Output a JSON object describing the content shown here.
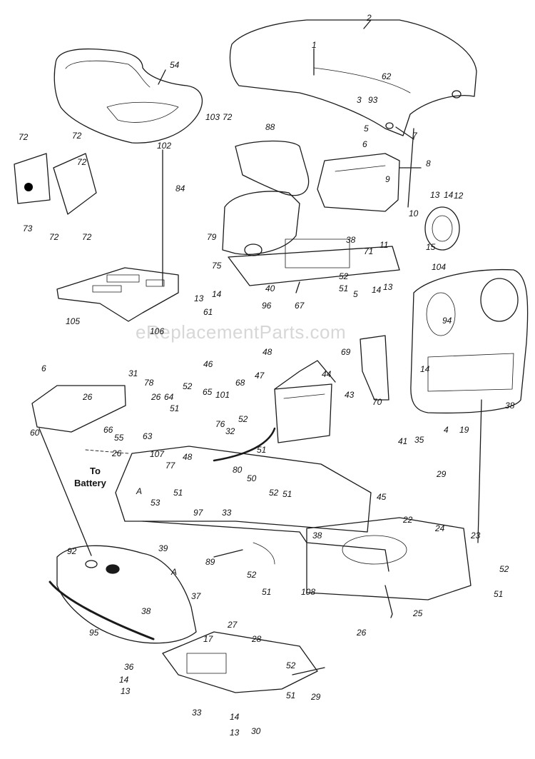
{
  "watermark": "eReplacementParts.com",
  "callouts": {
    "battery_line1": "To",
    "battery_line2": "Battery"
  },
  "part_labels": [
    {
      "id": "c2",
      "text": "2"
    },
    {
      "id": "c1",
      "text": "1"
    },
    {
      "id": "c54",
      "text": "54"
    },
    {
      "id": "c62",
      "text": "62"
    },
    {
      "id": "c3",
      "text": "3"
    },
    {
      "id": "c93",
      "text": "93"
    },
    {
      "id": "c5a",
      "text": "5"
    },
    {
      "id": "c7",
      "text": "7"
    },
    {
      "id": "c6a",
      "text": "6"
    },
    {
      "id": "c8",
      "text": "8"
    },
    {
      "id": "c9",
      "text": "9"
    },
    {
      "id": "c103",
      "text": "103"
    },
    {
      "id": "c72a",
      "text": "72"
    },
    {
      "id": "c88",
      "text": "88"
    },
    {
      "id": "c72b",
      "text": "72"
    },
    {
      "id": "c72c",
      "text": "72"
    },
    {
      "id": "c102",
      "text": "102"
    },
    {
      "id": "c72d",
      "text": "72"
    },
    {
      "id": "c73",
      "text": "73"
    },
    {
      "id": "c72e",
      "text": "72"
    },
    {
      "id": "c72f",
      "text": "72"
    },
    {
      "id": "c84",
      "text": "84"
    },
    {
      "id": "c79",
      "text": "79"
    },
    {
      "id": "c13a",
      "text": "13"
    },
    {
      "id": "c14a",
      "text": "14"
    },
    {
      "id": "c12",
      "text": "12"
    },
    {
      "id": "c10",
      "text": "10"
    },
    {
      "id": "c11",
      "text": "11"
    },
    {
      "id": "c15",
      "text": "15"
    },
    {
      "id": "c38a",
      "text": "38"
    },
    {
      "id": "c71",
      "text": "71"
    },
    {
      "id": "c75",
      "text": "75"
    },
    {
      "id": "c52a",
      "text": "52"
    },
    {
      "id": "c51a",
      "text": "51"
    },
    {
      "id": "c40",
      "text": "40"
    },
    {
      "id": "c104",
      "text": "104"
    },
    {
      "id": "c13b",
      "text": "13"
    },
    {
      "id": "c14b",
      "text": "14"
    },
    {
      "id": "c67",
      "text": "67"
    },
    {
      "id": "c5b",
      "text": "5"
    },
    {
      "id": "c14c",
      "text": "14"
    },
    {
      "id": "c13c",
      "text": "13"
    },
    {
      "id": "c105",
      "text": "105"
    },
    {
      "id": "c106",
      "text": "106"
    },
    {
      "id": "c61",
      "text": "61"
    },
    {
      "id": "c96",
      "text": "96"
    },
    {
      "id": "c94",
      "text": "94"
    },
    {
      "id": "c69",
      "text": "69"
    },
    {
      "id": "c48a",
      "text": "48"
    },
    {
      "id": "c46",
      "text": "46"
    },
    {
      "id": "c47",
      "text": "47"
    },
    {
      "id": "c14d",
      "text": "14"
    },
    {
      "id": "c6b",
      "text": "6"
    },
    {
      "id": "c31",
      "text": "31"
    },
    {
      "id": "c78",
      "text": "78"
    },
    {
      "id": "c44",
      "text": "44"
    },
    {
      "id": "c26a",
      "text": "26"
    },
    {
      "id": "c68",
      "text": "68"
    },
    {
      "id": "c43",
      "text": "43"
    },
    {
      "id": "c70",
      "text": "70"
    },
    {
      "id": "c38b",
      "text": "38"
    },
    {
      "id": "c60",
      "text": "60"
    },
    {
      "id": "c66",
      "text": "66"
    },
    {
      "id": "c26b",
      "text": "26"
    },
    {
      "id": "c64",
      "text": "64"
    },
    {
      "id": "c52b",
      "text": "52"
    },
    {
      "id": "c65",
      "text": "65"
    },
    {
      "id": "c101",
      "text": "101"
    },
    {
      "id": "c19",
      "text": "19"
    },
    {
      "id": "c55",
      "text": "55"
    },
    {
      "id": "c51b",
      "text": "51"
    },
    {
      "id": "c52c",
      "text": "52"
    },
    {
      "id": "c76",
      "text": "76"
    },
    {
      "id": "c32",
      "text": "32"
    },
    {
      "id": "c63",
      "text": "63"
    },
    {
      "id": "c51c",
      "text": "51"
    },
    {
      "id": "c4",
      "text": "4"
    },
    {
      "id": "c41",
      "text": "41"
    },
    {
      "id": "c35",
      "text": "35"
    },
    {
      "id": "c26c",
      "text": "26"
    },
    {
      "id": "c107",
      "text": "107"
    },
    {
      "id": "c48b",
      "text": "48"
    },
    {
      "id": "c77",
      "text": "77"
    },
    {
      "id": "c80",
      "text": "80"
    },
    {
      "id": "c50",
      "text": "50"
    },
    {
      "id": "c29a",
      "text": "29"
    },
    {
      "id": "cA1",
      "text": "A"
    },
    {
      "id": "c51d",
      "text": "51"
    },
    {
      "id": "c52d",
      "text": "52"
    },
    {
      "id": "c51e",
      "text": "51"
    },
    {
      "id": "c45",
      "text": "45"
    },
    {
      "id": "c53",
      "text": "53"
    },
    {
      "id": "c97",
      "text": "97"
    },
    {
      "id": "c33a",
      "text": "33"
    },
    {
      "id": "c22",
      "text": "22"
    },
    {
      "id": "c24",
      "text": "24"
    },
    {
      "id": "c39",
      "text": "39"
    },
    {
      "id": "c38c",
      "text": "38"
    },
    {
      "id": "c23",
      "text": "23"
    },
    {
      "id": "c89",
      "text": "89"
    },
    {
      "id": "c92",
      "text": "92"
    },
    {
      "id": "cA2",
      "text": "A"
    },
    {
      "id": "c52e",
      "text": "52"
    },
    {
      "id": "c52f",
      "text": "52"
    },
    {
      "id": "c51f",
      "text": "51"
    },
    {
      "id": "c108",
      "text": "108"
    },
    {
      "id": "c51g",
      "text": "51"
    },
    {
      "id": "c37",
      "text": "37"
    },
    {
      "id": "c38d",
      "text": "38"
    },
    {
      "id": "c25",
      "text": "25"
    },
    {
      "id": "c95",
      "text": "95"
    },
    {
      "id": "c27",
      "text": "27"
    },
    {
      "id": "c26d",
      "text": "26"
    },
    {
      "id": "c17",
      "text": "17"
    },
    {
      "id": "c28",
      "text": "28"
    },
    {
      "id": "c36",
      "text": "36"
    },
    {
      "id": "c52g",
      "text": "52"
    },
    {
      "id": "c14e",
      "text": "14"
    },
    {
      "id": "c13d",
      "text": "13"
    },
    {
      "id": "c33b",
      "text": "33"
    },
    {
      "id": "c14f",
      "text": "14"
    },
    {
      "id": "c51h",
      "text": "51"
    },
    {
      "id": "c29b",
      "text": "29"
    },
    {
      "id": "c13e",
      "text": "13"
    },
    {
      "id": "c30",
      "text": "30"
    }
  ]
}
